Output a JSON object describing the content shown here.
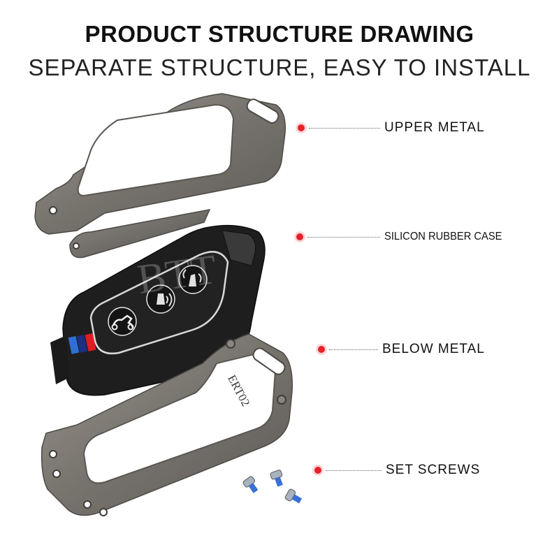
{
  "header": {
    "title": "PRODUCT STRUCTURE DRAWING",
    "subtitle": "SEPARATE STRUCTURE, EASY TO INSTALL"
  },
  "parts": [
    {
      "label": "UPPER METAL"
    },
    {
      "label": "SILICON RUBBER CASE"
    },
    {
      "label": "BELOW METAL"
    },
    {
      "label": "SET SCREWS"
    }
  ],
  "engraving": "ERT02",
  "watermark": "BTT",
  "colors": {
    "metal": "#7a7772",
    "metal_light": "#a8a49f",
    "rubber": "#1c1c1c",
    "stripe_blue": "#2f6fd1",
    "stripe_navy": "#1d2f80",
    "stripe_red": "#e11b24",
    "dot": "#e8202a"
  },
  "icons": [
    "motorcycle-icon",
    "trunk-open-icon",
    "alarm-icon"
  ]
}
